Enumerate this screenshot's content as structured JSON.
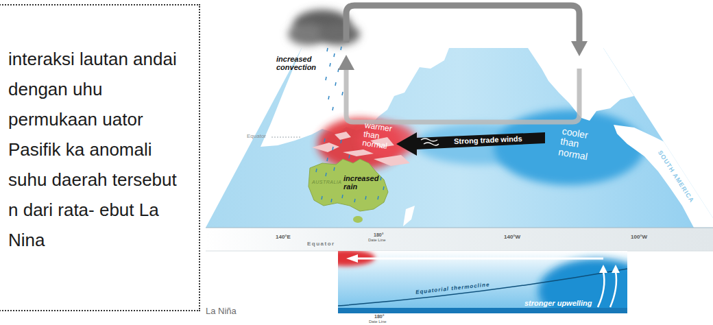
{
  "diagram": {
    "nodes": [
      {
        "text": [
          "interaksi lautan andai dengan uhu permukaan uator Pasifik ka anomali suhu daerah tersebut n dari rata- ebut La Nina"
        ]
      }
    ],
    "labels": [
      "increased convection",
      "Equator",
      "warmer than normal",
      "Strong trade winds",
      "cooler than normal",
      "AUSTRALIA",
      "increased rain",
      "SOUTH AMERICA",
      "140°E",
      "180°",
      "Date Line",
      "140°W",
      "100°W",
      "Equator",
      "Equatorial thermocline",
      "stronger upwelling",
      "180°",
      "Date Line",
      "La Niña"
    ]
  }
}
